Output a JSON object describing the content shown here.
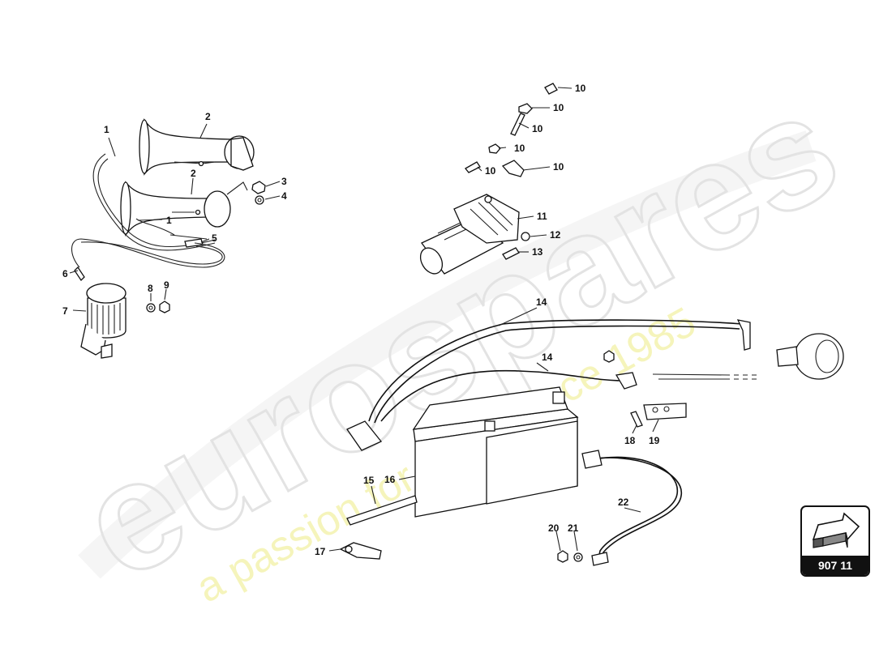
{
  "watermark": {
    "brand": "eurospares",
    "tagline": "a passion for parts since 1985"
  },
  "callouts": [
    "1",
    "1",
    "2",
    "2",
    "3",
    "4",
    "5",
    "6",
    "7",
    "8",
    "9",
    "10",
    "10",
    "10",
    "10",
    "10",
    "10",
    "11",
    "12",
    "13",
    "14",
    "14",
    "15",
    "16",
    "17",
    "18",
    "19",
    "20",
    "21",
    "22"
  ],
  "page_badge": {
    "code": "907 11",
    "icon": "arrow-icon"
  },
  "colors": {
    "line": "#111111",
    "watermark_grey": "#e3e3e3",
    "watermark_yellow": "#f4f3b0",
    "badge_dark": "#111111"
  }
}
